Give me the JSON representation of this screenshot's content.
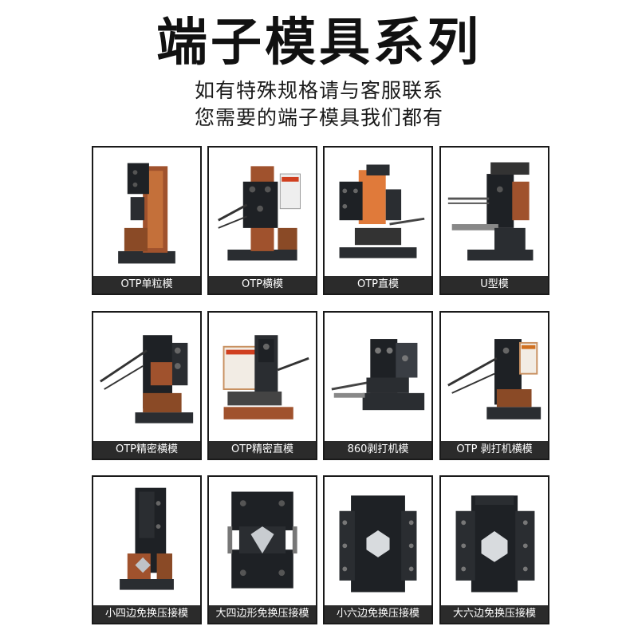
{
  "header": {
    "title": "端子模具系列",
    "subtitle_line1": "如有特殊规格请与客服联系",
    "subtitle_line2": "您需要的端子模具我们都有"
  },
  "products": [
    {
      "label": "OTP单粒模",
      "image": "mold-photo"
    },
    {
      "label": "OTP横模",
      "image": "mold-photo"
    },
    {
      "label": "OTP直模",
      "image": "mold-photo"
    },
    {
      "label": "U型模",
      "image": "mold-photo"
    },
    {
      "label": "OTP精密横模",
      "image": "mold-photo"
    },
    {
      "label": "OTP精密直模",
      "image": "mold-photo"
    },
    {
      "label": "860剥打机模",
      "image": "mold-photo"
    },
    {
      "label": "OTP 剥打机横模",
      "image": "mold-photo"
    },
    {
      "label": "小四边免换压接模",
      "image": "mold-photo"
    },
    {
      "label": "大四边形免换压接模",
      "image": "mold-photo"
    },
    {
      "label": "小六边免换压接模",
      "image": "mold-photo"
    },
    {
      "label": "大六边免换压接模",
      "image": "mold-photo"
    }
  ],
  "colors": {
    "label_bar": "#2b2b2b",
    "copper": "#a0522d",
    "steel": "#2a2d31"
  }
}
